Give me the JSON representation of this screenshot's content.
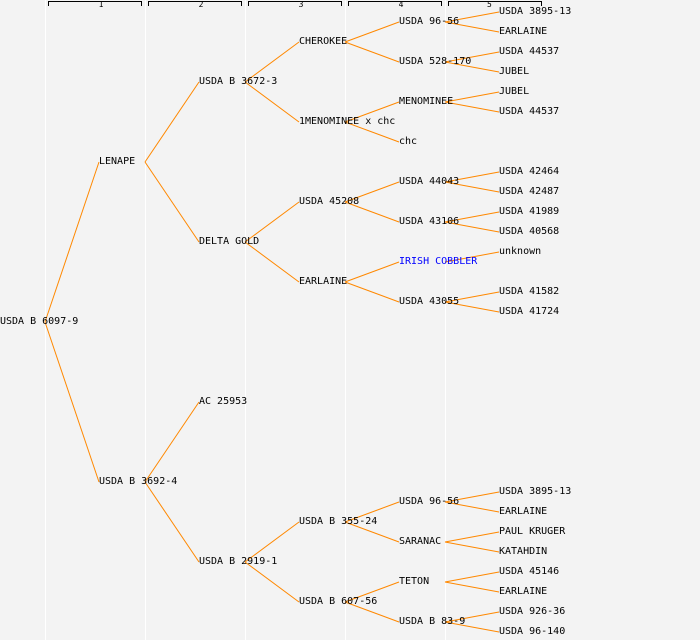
{
  "generation_headers": [
    "1",
    "2",
    "3",
    "4",
    "5"
  ],
  "colors": {
    "link": "#ff8800",
    "text": "#000000",
    "highlight": "#0000ff",
    "background": "#f3f3f3"
  },
  "pedigree": {
    "name": "USDA B 6097-9",
    "parents": [
      {
        "name": "LENAPE",
        "parents": [
          {
            "name": "USDA B 3672-3",
            "parents": [
              {
                "name": "CHEROKEE",
                "parents": [
                  {
                    "name": "USDA 96-56",
                    "parents": [
                      {
                        "name": "USDA 3895-13"
                      },
                      {
                        "name": "EARLAINE"
                      }
                    ]
                  },
                  {
                    "name": "USDA 528-170",
                    "parents": [
                      {
                        "name": "USDA 44537"
                      },
                      {
                        "name": "JUBEL"
                      }
                    ]
                  }
                ]
              },
              {
                "name": "1MENOMINEE x chc",
                "parents": [
                  {
                    "name": "MENOMINEE",
                    "parents": [
                      {
                        "name": "JUBEL"
                      },
                      {
                        "name": "USDA 44537"
                      }
                    ]
                  },
                  {
                    "name": "chc"
                  }
                ]
              }
            ]
          },
          {
            "name": "DELTA GOLD",
            "parents": [
              {
                "name": "USDA 45208",
                "parents": [
                  {
                    "name": "USDA 44043",
                    "parents": [
                      {
                        "name": "USDA 42464"
                      },
                      {
                        "name": "USDA 42487"
                      }
                    ]
                  },
                  {
                    "name": "USDA 43106",
                    "parents": [
                      {
                        "name": "USDA 41989"
                      },
                      {
                        "name": "USDA 40568"
                      }
                    ]
                  }
                ]
              },
              {
                "name": "EARLAINE",
                "parents": [
                  {
                    "name": "IRISH COBBLER",
                    "highlight": true,
                    "parents": [
                      {
                        "name": "unknown"
                      },
                      null
                    ]
                  },
                  {
                    "name": "USDA 43055",
                    "parents": [
                      {
                        "name": "USDA 41582"
                      },
                      {
                        "name": "USDA 41724"
                      }
                    ]
                  }
                ]
              }
            ]
          }
        ]
      },
      {
        "name": "USDA B 3692-4",
        "parents": [
          {
            "name": "AC 25953"
          },
          {
            "name": "USDA B 2919-1",
            "parents": [
              {
                "name": "USDA B 355-24",
                "parents": [
                  {
                    "name": "USDA 96-56",
                    "parents": [
                      {
                        "name": "USDA 3895-13"
                      },
                      {
                        "name": "EARLAINE"
                      }
                    ]
                  },
                  {
                    "name": "SARANAC",
                    "parents": [
                      {
                        "name": "PAUL KRUGER"
                      },
                      {
                        "name": "KATAHDIN"
                      }
                    ]
                  }
                ]
              },
              {
                "name": "USDA B 607-56",
                "parents": [
                  {
                    "name": "TETON",
                    "parents": [
                      {
                        "name": "USDA 45146"
                      },
                      {
                        "name": "EARLAINE"
                      }
                    ]
                  },
                  {
                    "name": "USDA B 83-9",
                    "parents": [
                      {
                        "name": "USDA 926-36"
                      },
                      {
                        "name": "USDA 96-140"
                      }
                    ]
                  }
                ]
              }
            ]
          }
        ]
      }
    ]
  }
}
